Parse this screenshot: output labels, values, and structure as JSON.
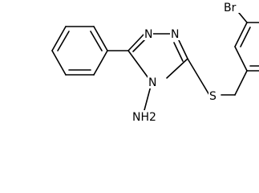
{
  "molecule": {
    "atoms": {
      "br": "Br",
      "n_top_left": "N",
      "n_top_right": "N",
      "n_ring": "N",
      "s": "S",
      "nh2": "NH2"
    },
    "colors": {
      "bond": "#000000",
      "label": "#000000",
      "background": "#ffffff"
    }
  }
}
